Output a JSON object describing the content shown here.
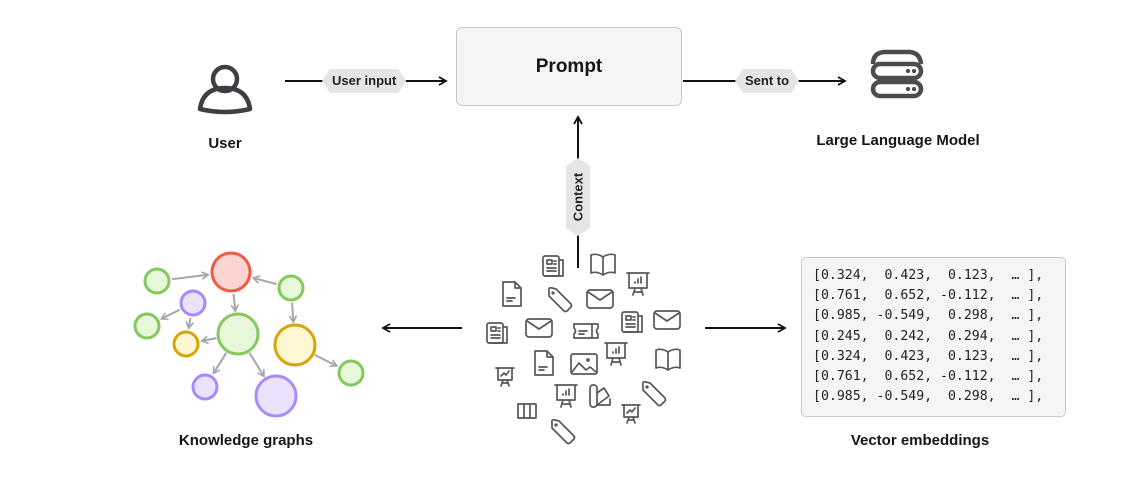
{
  "nodes": {
    "user": {
      "label": "User",
      "icon": "user-icon"
    },
    "prompt": {
      "label": "Prompt"
    },
    "llm": {
      "label": "Large Language Model",
      "icon": "server-stack-icon"
    },
    "knowledge_graphs": {
      "label": "Knowledge graphs"
    },
    "data_sources": {
      "icon": "document-cluster-icon"
    },
    "vector_embeddings": {
      "label": "Vector embeddings"
    }
  },
  "edges": {
    "user_to_prompt": "User input",
    "prompt_to_llm": "Sent to",
    "data_to_prompt": "Context"
  },
  "vector_rows": [
    "[0.324,  0.423,  0.123,  … ],",
    "[0.761,  0.652, -0.112,  … ],",
    "[0.985, -0.549,  0.298,  … ],",
    "[0.245,  0.242,  0.294,  … ],",
    "[0.324,  0.423,  0.123,  … ],",
    "[0.761,  0.652, -0.112,  … ],",
    "[0.985, -0.549,  0.298,  … ],"
  ],
  "colors": {
    "red": "#f25a45",
    "red_fill": "#fdd5d0",
    "green": "#86c75e",
    "green_fill": "#e6f7da",
    "purple": "#a78bfa",
    "purple_fill": "#ebe2fd",
    "yellow": "#d6a609",
    "yellow_fill": "#fdf7d2",
    "edge": "#a3a6ab",
    "icon": "#4a4c50"
  },
  "graph_nodes": [
    {
      "color": "green",
      "size": "small"
    },
    {
      "color": "red",
      "size": "large"
    },
    {
      "color": "green",
      "size": "small"
    },
    {
      "color": "purple",
      "size": "small"
    },
    {
      "color": "green",
      "size": "small"
    },
    {
      "color": "yellow",
      "size": "small"
    },
    {
      "color": "green",
      "size": "large"
    },
    {
      "color": "yellow",
      "size": "large"
    },
    {
      "color": "green",
      "size": "small"
    },
    {
      "color": "purple",
      "size": "small"
    },
    {
      "color": "purple",
      "size": "large"
    }
  ],
  "cluster_icons": [
    "newspaper-icon",
    "book-icon",
    "presentation-chart-icon",
    "document-icon",
    "tag-icon",
    "envelope-icon",
    "newspaper-icon",
    "envelope-icon",
    "ticket-icon",
    "newspaper-icon",
    "envelope-icon",
    "document-icon",
    "image-icon",
    "presentation-chart-icon",
    "book-icon",
    "presentation-trend-icon",
    "presentation-chart-icon",
    "swatch-icon",
    "tag-icon",
    "columns-icon",
    "presentation-trend-icon",
    "tag-icon"
  ]
}
